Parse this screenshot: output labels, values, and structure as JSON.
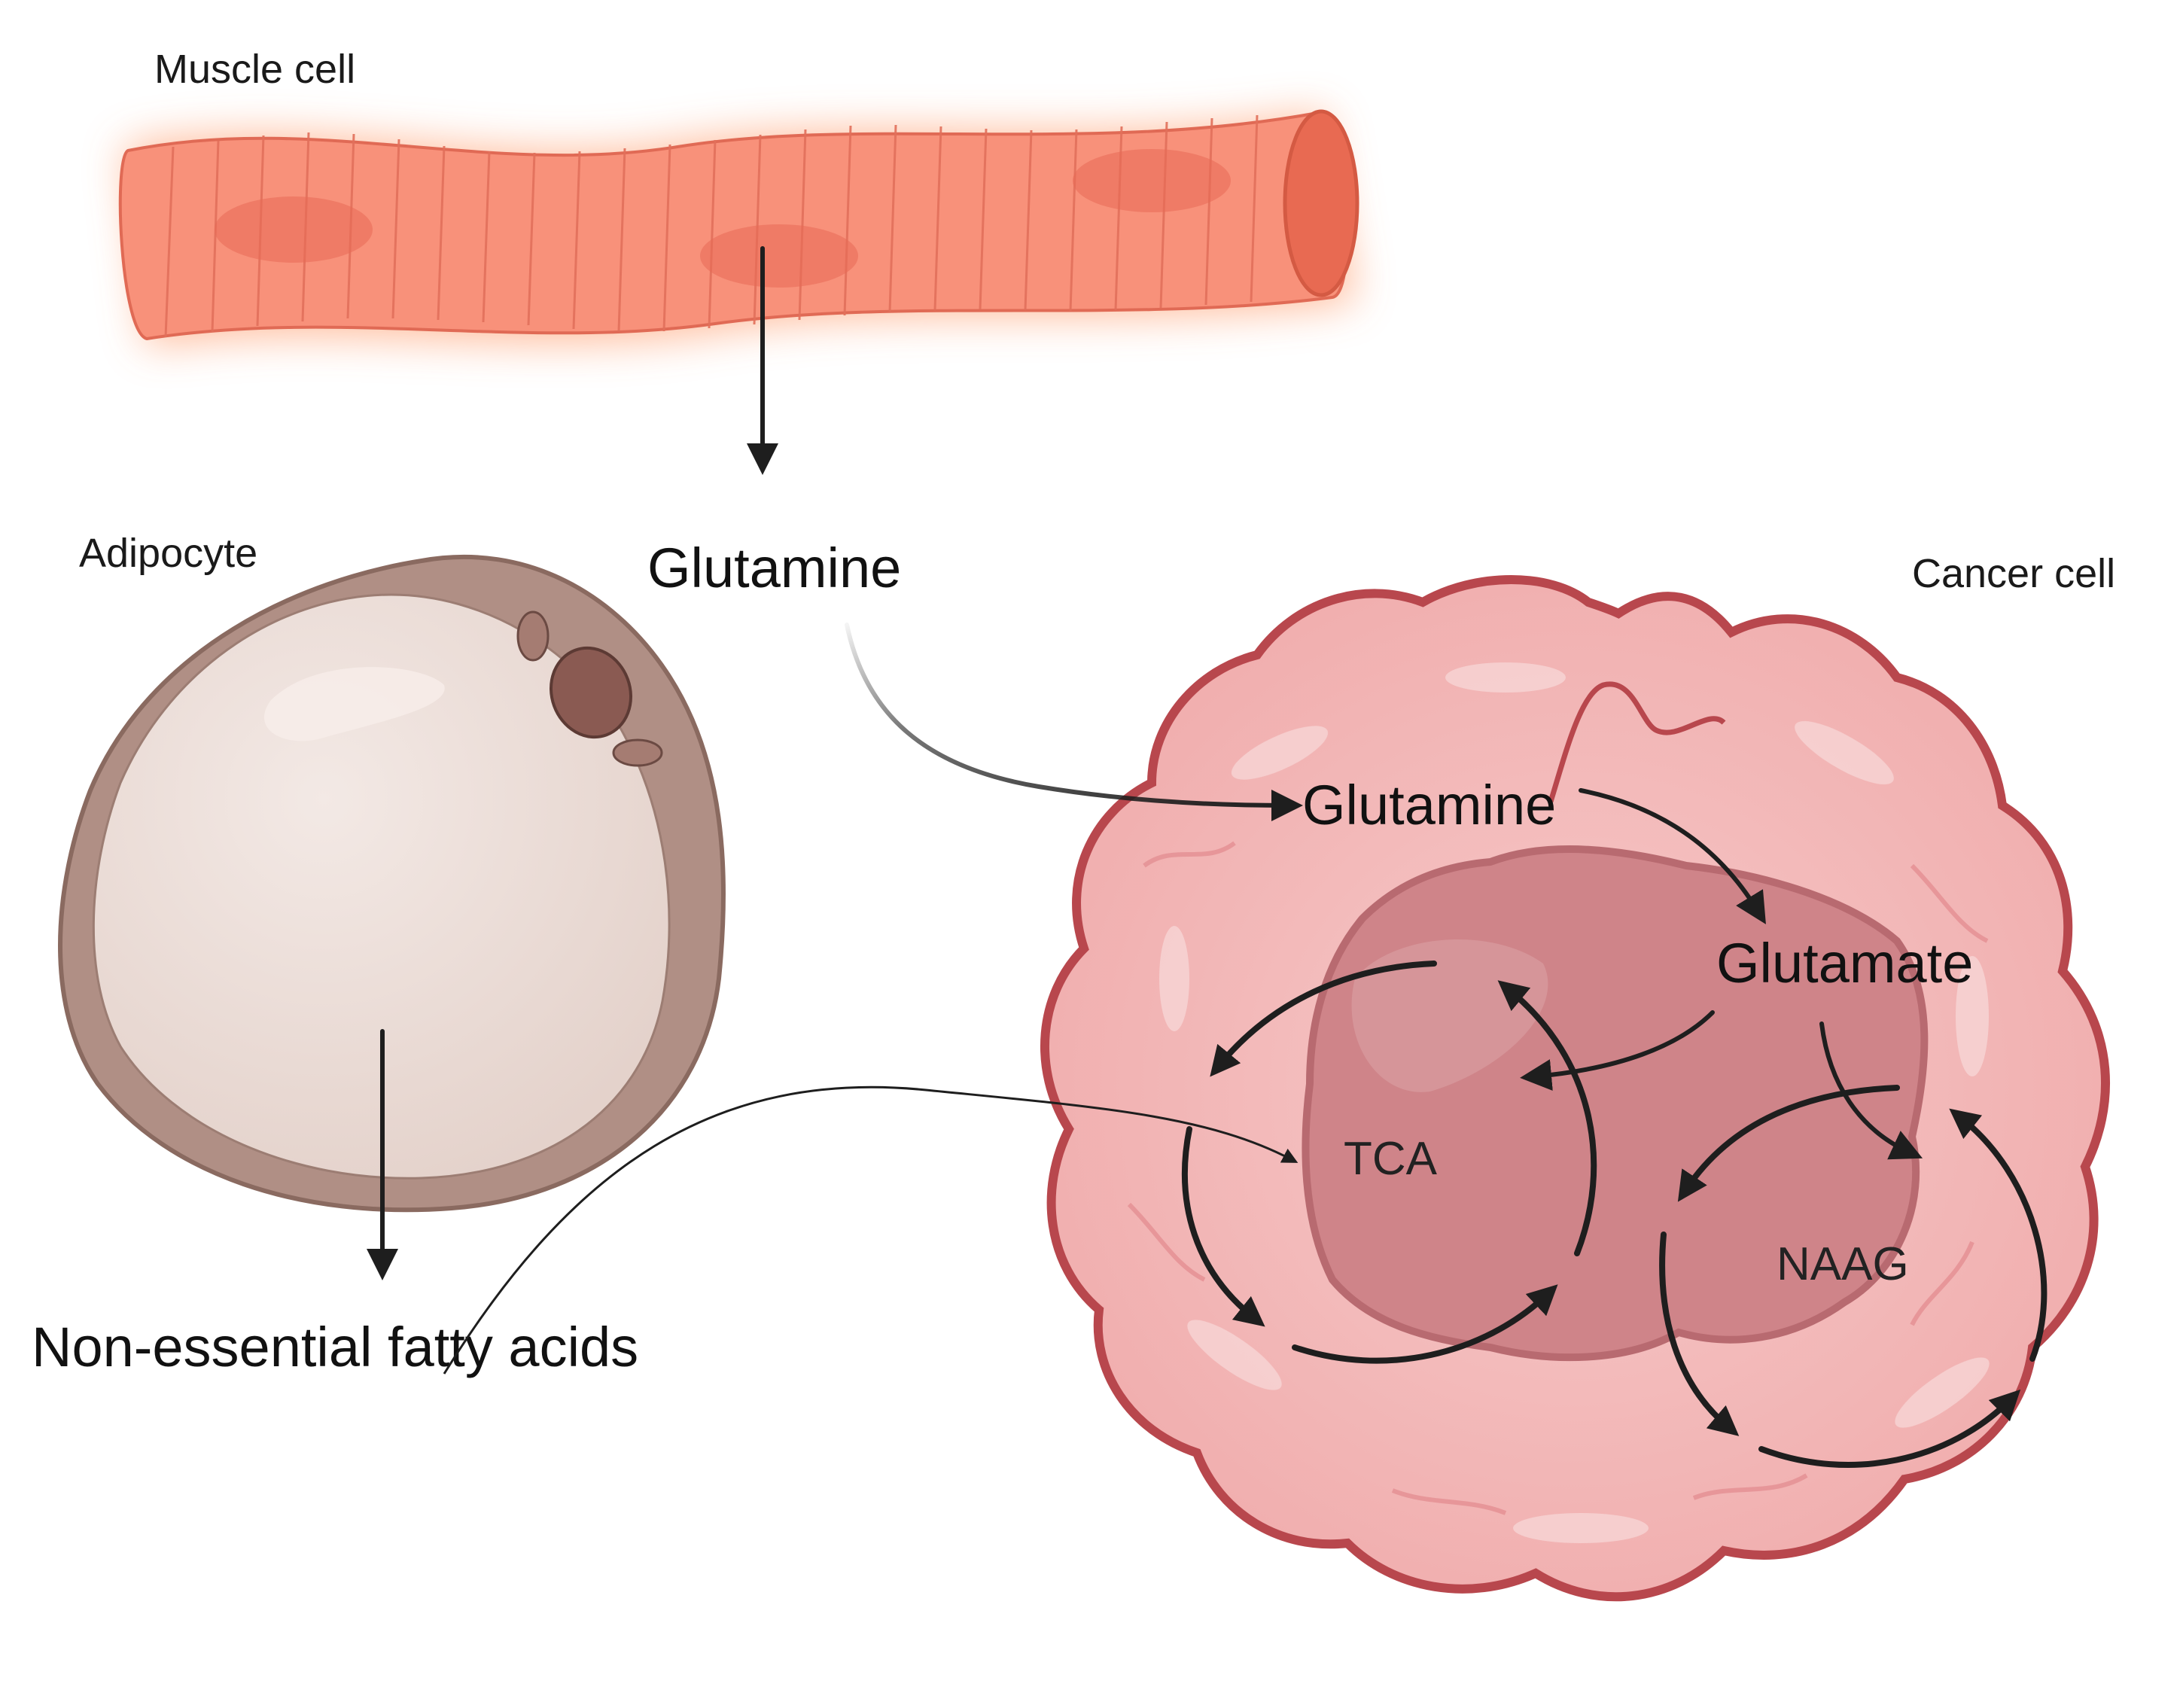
{
  "labels": {
    "muscle_cell": "Muscle cell",
    "adipocyte": "Adipocyte",
    "cancer_cell": "Cancer cell",
    "glutamine_outer": "Glutamine",
    "glutamine_inner": "Glutamine",
    "glutamate": "Glutamate",
    "tca": "TCA",
    "naag": "NAAG",
    "fatty_acids": "Non-essential fatty acids"
  },
  "colors": {
    "muscle": "#f8917a",
    "muscle_dark": "#e86a52",
    "muscle_glow": "#ffb08a",
    "adipocyte_membrane": "#b08f85",
    "adipocyte_droplet": "#e8d9d3",
    "adipocyte_nucleus": "#8a5a52",
    "cancer_outer": "#f2b6b6",
    "cancer_border": "#b8474d",
    "cancer_nucleus": "#cd8186",
    "arrow": "#1e1e1e"
  }
}
